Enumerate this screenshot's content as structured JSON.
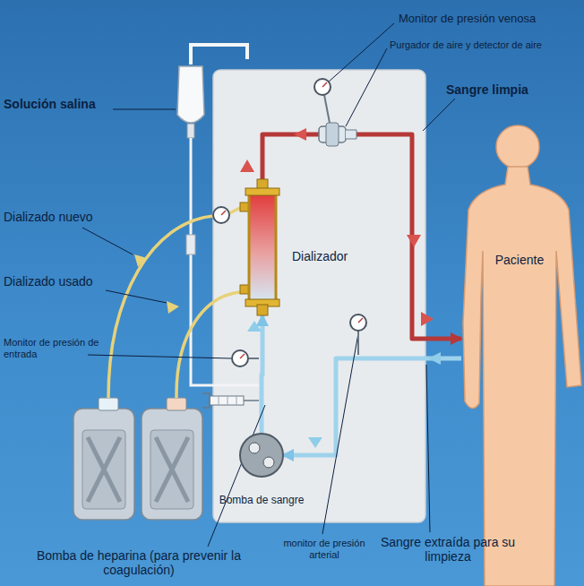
{
  "diagram": {
    "nodes": [
      {
        "text": [
          "Dializador"
        ]
      },
      {
        "text": [
          "Paciente"
        ]
      },
      {
        "text": [
          "Bomba de sangre"
        ]
      }
    ],
    "edges": [
      {
        "from": 2,
        "to": 0,
        "arrow": "to"
      },
      {
        "from": 0,
        "to": 1,
        "arrow": "to"
      },
      {
        "from": 1,
        "to": 2,
        "arrow": "to"
      }
    ],
    "labels": [
      "Monitor de presión venosa",
      "Purgador de aire y detector de aire",
      "Sangre limpia",
      "Solución salina",
      "Dializado nuevo",
      "Dializado usado",
      "Monitor de presión de entrada",
      "Bomba de heparina (para prevenir la coagulación)",
      "monitor de presión arterial",
      "Sangre extraída para su limpieza"
    ]
  }
}
